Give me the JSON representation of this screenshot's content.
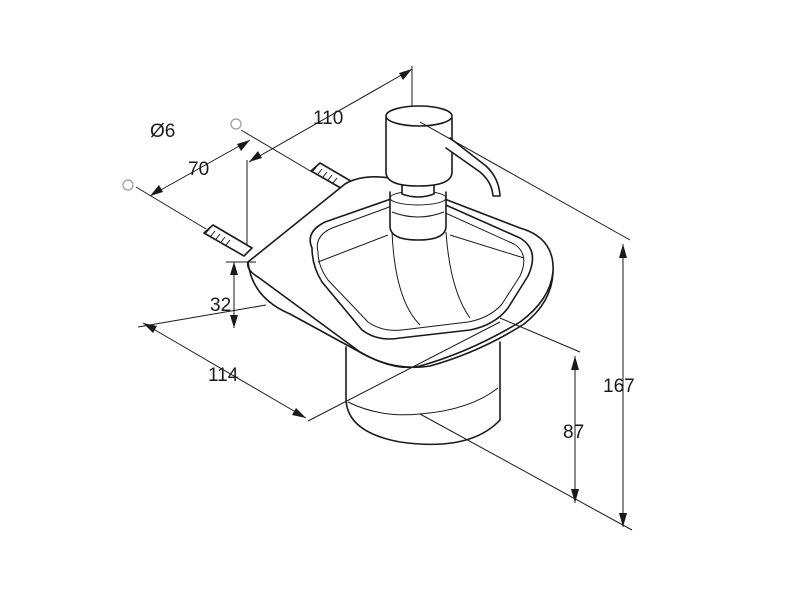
{
  "dimensions": {
    "diameter": "Ø6",
    "hole_spacing": "70",
    "depth": "110",
    "shelf_height": "32",
    "width": "114",
    "glass_height": "87",
    "total_height": "167"
  }
}
